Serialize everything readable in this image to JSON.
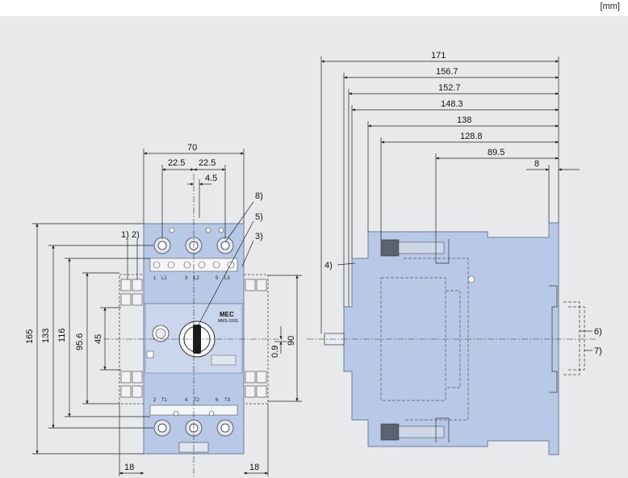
{
  "unit_label": "[mm]",
  "colors": {
    "body": "#b7c9e6",
    "body_stroke": "#6b7d99",
    "panel": "#e8e9ea",
    "line": "#222222",
    "dim": "#333333"
  },
  "front_view": {
    "dims": {
      "width_total": "70",
      "pole_pitch_left": "22.5",
      "pole_pitch_right": "22.5",
      "offset": "4.5",
      "h_165": "165",
      "h_133": "133",
      "h_116": "116",
      "h_95_6": "95.6",
      "h_45": "45",
      "h_90": "90",
      "h_0_9": "0.9",
      "side_left": "18",
      "side_right": "18"
    },
    "callouts": {
      "c1": "1)",
      "c2": "2)",
      "c3": "3)",
      "c5": "5)",
      "c8": "8)"
    },
    "terminals_top": [
      "1",
      "L1",
      "3",
      "L2",
      "5",
      "L3"
    ],
    "terminals_bottom": [
      "2",
      "T1",
      "4",
      "T2",
      "6",
      "T3"
    ],
    "brand": "MEC",
    "model": "MMS-100S"
  },
  "side_view": {
    "depths": [
      "171",
      "156.7",
      "152.7",
      "148.3",
      "138",
      "128.8",
      "89.5"
    ],
    "rail_dim": "8",
    "callouts": {
      "c4": "4)",
      "c6": "6)",
      "c7": "7)"
    }
  }
}
